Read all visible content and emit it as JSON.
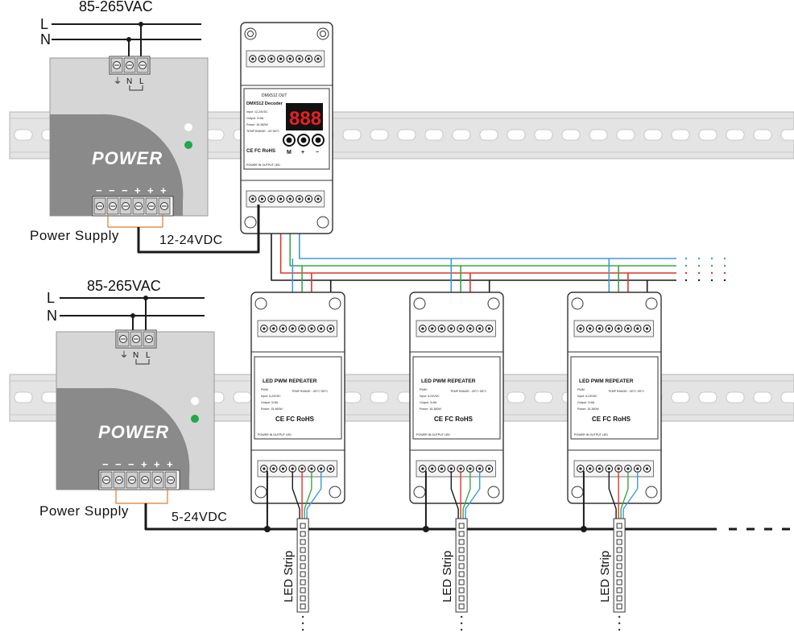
{
  "colors": {
    "rail": "#e4e4e4",
    "rail_slot": "#ffffff",
    "psu_body": "#d6d6d6",
    "psu_arc": "#8a8a8a",
    "wire_black": "#1a1a1a",
    "wire_red": "#e0342a",
    "wire_green": "#3aa64a",
    "wire_blue": "#3a9bd8",
    "wire_orange": "#e07a2a",
    "led_green": "#22a84a",
    "display_bg": "#111111",
    "display_digit": "#e62020"
  },
  "mains": {
    "top": {
      "voltage": "85-265VAC",
      "line_l": "L",
      "line_n": "N"
    },
    "bottom": {
      "voltage": "85-265VAC",
      "line_l": "L",
      "line_n": "N"
    }
  },
  "psu": {
    "top": {
      "label": "POWER",
      "caption": "Power Supply",
      "input_terminals": [
        "⏚",
        "N",
        "L"
      ],
      "output_terminals": [
        "−",
        "−",
        "−",
        "+",
        "+",
        "+"
      ],
      "output_voltage": "12-24VDC"
    },
    "bottom": {
      "label": "POWER",
      "caption": "Power Supply",
      "input_terminals": [
        "⏚",
        "N",
        "L"
      ],
      "output_terminals": [
        "−",
        "−",
        "−",
        "+",
        "+",
        "+"
      ],
      "output_voltage": "5-24VDC"
    }
  },
  "decoder": {
    "header": "DMX512 OUT",
    "title": "DMX512 Decoder",
    "display": "888",
    "buttons": [
      "M",
      "+",
      "−"
    ],
    "spec_lines": [
      "Input: 12-24VDC",
      "Output: 3×5A",
      "Power: 15-360W",
      "TEMP RANGE: -30~55°C"
    ],
    "certs": "CE FC RoHS",
    "bottom_labels": "POWER IN   OUTPUT LED"
  },
  "repeaters": [
    {
      "title": "LED PWM REPEATER",
      "certs": "CE FC RoHS",
      "temp": "TEMP RANGE: -30°C~55°C",
      "spec_lines": [
        "PWM",
        "Input: 5-24VDC",
        "Output: 3×5A",
        "Power: 15-360W"
      ],
      "bottom_labels": "POWER IN   OUTPUT LED",
      "strip_label": "LED Strip"
    },
    {
      "title": "LED PWM REPEATER",
      "certs": "CE FC RoHS",
      "temp": "TEMP RANGE: -30°C~55°C",
      "spec_lines": [
        "PWM",
        "Input: 5-24VDC",
        "Output: 3×5A",
        "Power: 15-360W"
      ],
      "bottom_labels": "POWER IN   OUTPUT LED",
      "strip_label": "LED Strip"
    },
    {
      "title": "LED PWM REPEATER",
      "certs": "CE FC RoHS",
      "temp": "TEMP RANGE: -30°C~55°C",
      "spec_lines": [
        "PWM",
        "Input: 5-24VDC",
        "Output: 3×5A",
        "Power: 15-360W"
      ],
      "bottom_labels": "POWER IN   OUTPUT LED",
      "strip_label": "LED Strip"
    }
  ]
}
